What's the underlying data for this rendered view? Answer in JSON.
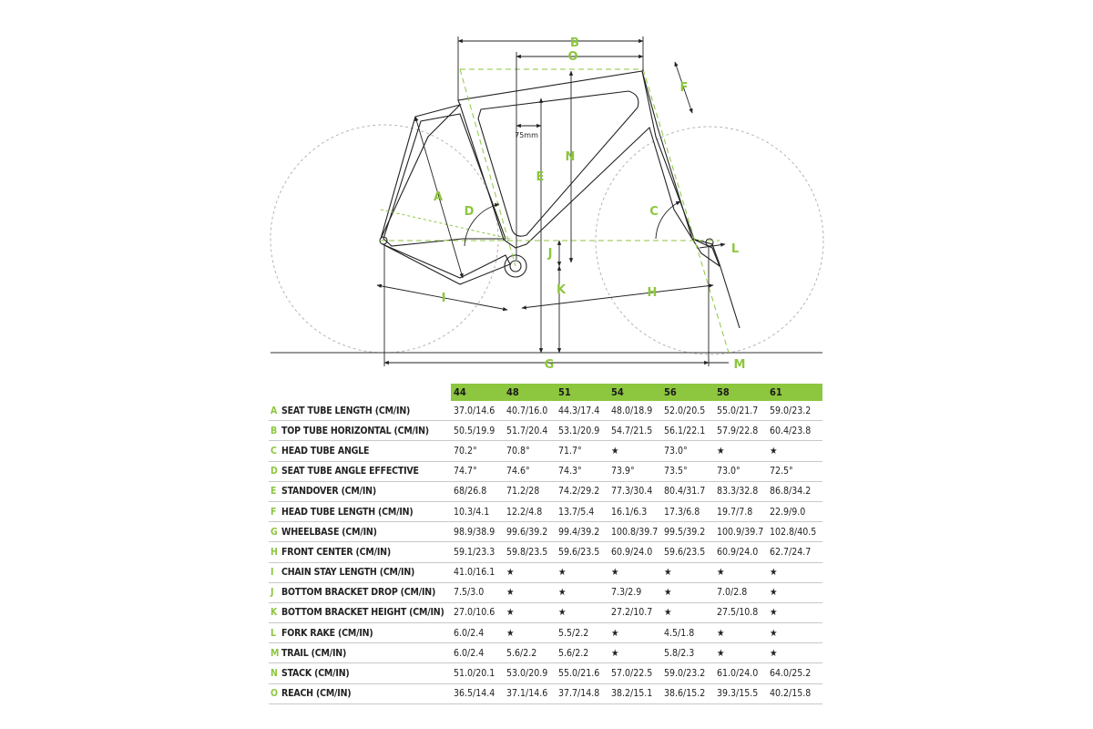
{
  "diagram": {
    "markers": [
      "B",
      "O",
      "F",
      "N",
      "E",
      "A",
      "D",
      "C",
      "J",
      "K",
      "L",
      "I",
      "H",
      "G",
      "M"
    ],
    "note_75mm": "75mm"
  },
  "table": {
    "sizes": [
      "44",
      "48",
      "51",
      "54",
      "56",
      "58",
      "61"
    ],
    "rows": [
      {
        "key": "A",
        "label": "SEAT TUBE LENGTH (CM/IN)",
        "values": [
          "37.0/14.6",
          "40.7/16.0",
          "44.3/17.4",
          "48.0/18.9",
          "52.0/20.5",
          "55.0/21.7",
          "59.0/23.2"
        ]
      },
      {
        "key": "B",
        "label": "TOP TUBE HORIZONTAL (CM/IN)",
        "values": [
          "50.5/19.9",
          "51.7/20.4",
          "53.1/20.9",
          "54.7/21.5",
          "56.1/22.1",
          "57.9/22.8",
          "60.4/23.8"
        ]
      },
      {
        "key": "C",
        "label": "HEAD TUBE ANGLE",
        "values": [
          "70.2°",
          "70.8°",
          "71.7°",
          "★",
          "73.0°",
          "★",
          "★"
        ]
      },
      {
        "key": "D",
        "label": "SEAT TUBE ANGLE EFFECTIVE",
        "values": [
          "74.7°",
          "74.6°",
          "74.3°",
          "73.9°",
          "73.5°",
          "73.0°",
          "72.5°"
        ]
      },
      {
        "key": "E",
        "label": "STANDOVER (CM/IN)",
        "values": [
          "68/26.8",
          "71.2/28",
          "74.2/29.2",
          "77.3/30.4",
          "80.4/31.7",
          "83.3/32.8",
          "86.8/34.2"
        ]
      },
      {
        "key": "F",
        "label": "HEAD TUBE LENGTH (CM/IN)",
        "values": [
          "10.3/4.1",
          "12.2/4.8",
          "13.7/5.4",
          "16.1/6.3",
          "17.3/6.8",
          "19.7/7.8",
          "22.9/9.0"
        ]
      },
      {
        "key": "G",
        "label": "WHEELBASE (CM/IN)",
        "values": [
          "98.9/38.9",
          "99.6/39.2",
          "99.4/39.2",
          "100.8/39.7",
          "99.5/39.2",
          "100.9/39.7",
          "102.8/40.5"
        ]
      },
      {
        "key": "H",
        "label": "FRONT CENTER (CM/IN)",
        "values": [
          "59.1/23.3",
          "59.8/23.5",
          "59.6/23.5",
          "60.9/24.0",
          "59.6/23.5",
          "60.9/24.0",
          "62.7/24.7"
        ]
      },
      {
        "key": "I",
        "label": "CHAIN STAY LENGTH (CM/IN)",
        "values": [
          "41.0/16.1",
          "★",
          "★",
          "★",
          "★",
          "★",
          "★"
        ]
      },
      {
        "key": "J",
        "label": "BOTTOM BRACKET DROP (CM/IN)",
        "values": [
          "7.5/3.0",
          "★",
          "★",
          "7.3/2.9",
          "★",
          "7.0/2.8",
          "★"
        ]
      },
      {
        "key": "K",
        "label": "BOTTOM BRACKET HEIGHT (CM/IN)",
        "values": [
          "27.0/10.6",
          "★",
          "★",
          "27.2/10.7",
          "★",
          "27.5/10.8",
          "★"
        ]
      },
      {
        "key": "L",
        "label": "FORK RAKE (CM/IN)",
        "values": [
          "6.0/2.4",
          "★",
          "5.5/2.2",
          "★",
          "4.5/1.8",
          "★",
          "★"
        ]
      },
      {
        "key": "M",
        "label": "TRAIL (CM/IN)",
        "values": [
          "6.0/2.4",
          "5.6/2.2",
          "5.6/2.2",
          "★",
          "5.8/2.3",
          "★",
          "★"
        ]
      },
      {
        "key": "N",
        "label": "STACK (CM/IN)",
        "values": [
          "51.0/20.1",
          "53.0/20.9",
          "55.0/21.6",
          "57.0/22.5",
          "59.0/23.2",
          "61.0/24.0",
          "64.0/25.2"
        ]
      },
      {
        "key": "O",
        "label": "REACH (CM/IN)",
        "values": [
          "36.5/14.4",
          "37.1/14.6",
          "37.7/14.8",
          "38.2/15.1",
          "38.6/15.2",
          "39.3/15.5",
          "40.2/15.8"
        ]
      }
    ]
  },
  "colors": {
    "accent": "#8dc63f",
    "line": "#222222",
    "wheel": "#b5b5b5",
    "row_divider": "#c8c8c8"
  }
}
